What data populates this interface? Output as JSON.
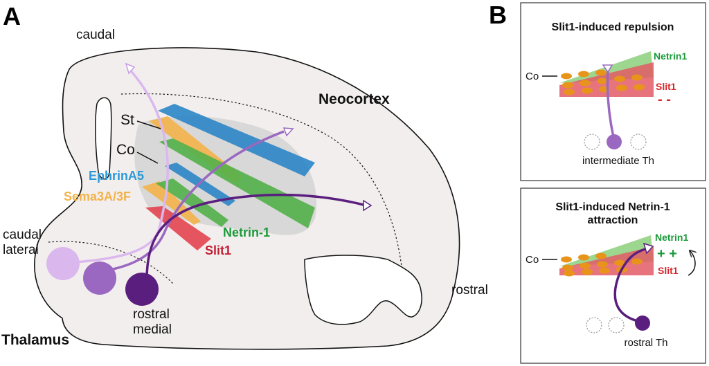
{
  "panel_a": {
    "letter": "A",
    "caudal": "caudal",
    "rostral": "rostral",
    "neocortex": "Neocortex",
    "thalamus": "Thalamus",
    "st": "St",
    "co": "Co",
    "ephrin": "EphrinA5",
    "sema": "Sema3A/3F",
    "netrin": "Netrin-1",
    "slit": "Slit1",
    "caudal_lateral_1": "caudal",
    "caudal_lateral_2": "lateral",
    "rostral_medial_1": "rostral",
    "rostral_medial_2": "medial"
  },
  "panel_b": {
    "letter": "B",
    "box1": {
      "title": "Slit1-induced repulsion",
      "netrin": "Netrin1",
      "slit": "Slit1",
      "co": "Co",
      "signs": "- -",
      "caption": "intermediate Th"
    },
    "box2": {
      "title_1": "Slit1-induced Netrin-1",
      "title_2": "attraction",
      "netrin": "Netrin1",
      "slit": "Slit1",
      "co": "Co",
      "signs": "+ +",
      "caption": "rostral Th"
    }
  },
  "colors": {
    "ephrin": "#2b9ad6",
    "sema": "#f2b34a",
    "netrin": "#1a9a3a",
    "slit": "#d7262c",
    "light_purple": "#dab8ee",
    "mid_purple": "#9a68c0",
    "dark_purple": "#5a1f7e",
    "brain_fill": "#f3eeee"
  }
}
